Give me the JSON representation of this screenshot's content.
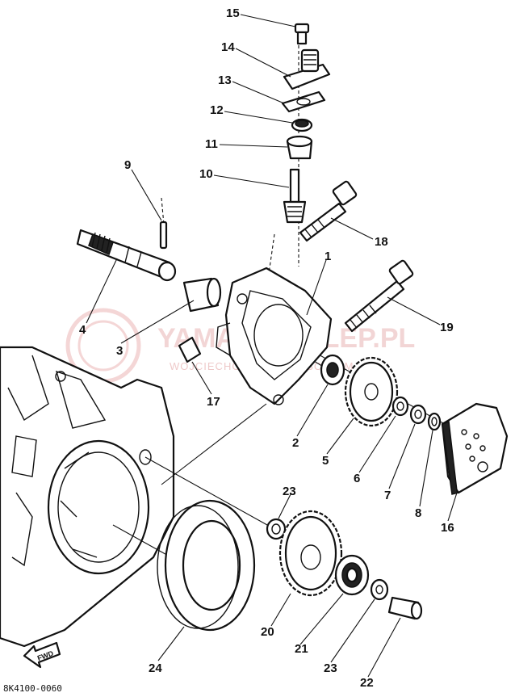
{
  "callouts": [
    {
      "id": "15",
      "text": "15"
    },
    {
      "id": "14",
      "text": "14"
    },
    {
      "id": "13",
      "text": "13"
    },
    {
      "id": "12",
      "text": "12"
    },
    {
      "id": "11",
      "text": "11"
    },
    {
      "id": "10",
      "text": "10"
    },
    {
      "id": "9",
      "text": "9"
    },
    {
      "id": "18",
      "text": "18"
    },
    {
      "id": "1",
      "text": "1"
    },
    {
      "id": "4",
      "text": "4"
    },
    {
      "id": "3",
      "text": "3"
    },
    {
      "id": "19",
      "text": "19"
    },
    {
      "id": "17",
      "text": "17"
    },
    {
      "id": "2",
      "text": "2"
    },
    {
      "id": "5",
      "text": "5"
    },
    {
      "id": "6",
      "text": "6"
    },
    {
      "id": "7",
      "text": "7"
    },
    {
      "id": "8",
      "text": "8"
    },
    {
      "id": "16",
      "text": "16"
    },
    {
      "id": "23a",
      "text": "23"
    },
    {
      "id": "20",
      "text": "20"
    },
    {
      "id": "21",
      "text": "21"
    },
    {
      "id": "23b",
      "text": "23"
    },
    {
      "id": "22",
      "text": "22"
    },
    {
      "id": "24",
      "text": "24"
    }
  ],
  "watermark": {
    "main": "YAMAHA-SKLEP.PL",
    "sub": "WOJCIECHOWSKI · CZĘŚCI YAMAHA"
  },
  "fwd_label": "FWD",
  "figure_code": "8K4100-0060"
}
